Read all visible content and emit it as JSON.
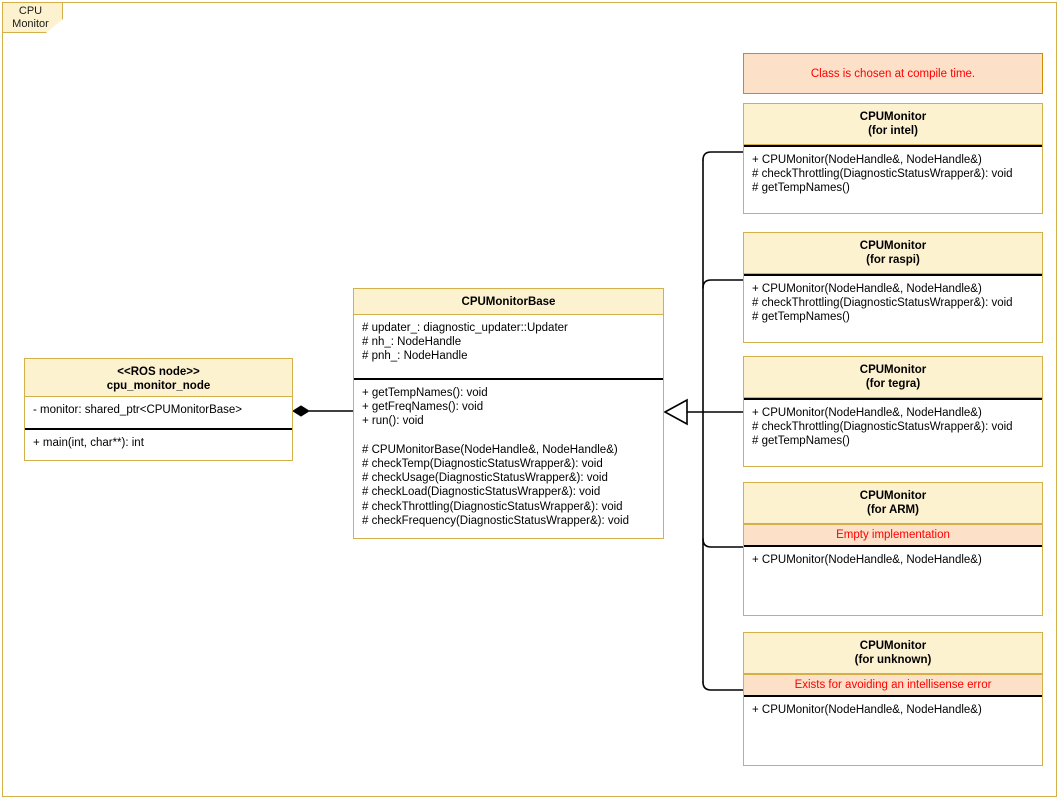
{
  "frame": {
    "tab_line1": "CPU",
    "tab_line2": "Monitor",
    "border_color": "#d4b04a"
  },
  "colors": {
    "header_fill": "#fdf2d0",
    "note_fill": "#fde0c8",
    "note_text": "#ff0000",
    "border": "#d4b04a",
    "note_border": "#d08c00",
    "line": "#000000"
  },
  "ros_node": {
    "stereotype": "<<ROS node>>",
    "name": "cpu_monitor_node",
    "attributes": "- monitor: shared_ptr<CPUMonitorBase>",
    "methods": "+ main(int, char**): int"
  },
  "base_class": {
    "name": "CPUMonitorBase",
    "attributes": "# updater_: diagnostic_updater::Updater\n# nh_: NodeHandle\n# pnh_: NodeHandle",
    "methods": "+ getTempNames(): void\n+ getFreqNames(): void\n+ run(): void\n\n# CPUMonitorBase(NodeHandle&, NodeHandle&)\n# checkTemp(DiagnosticStatusWrapper&): void\n# checkUsage(DiagnosticStatusWrapper&): void\n# checkLoad(DiagnosticStatusWrapper&): void\n# checkThrottling(DiagnosticStatusWrapper&): void\n# checkFrequency(DiagnosticStatusWrapper&): void"
  },
  "compile_note": {
    "text": "Class is chosen at compile time."
  },
  "subclasses": [
    {
      "name": "CPUMonitor",
      "variant": "(for intel)",
      "note": "",
      "methods": "+ CPUMonitor(NodeHandle&, NodeHandle&)\n# checkThrottling(DiagnosticStatusWrapper&): void\n# getTempNames()"
    },
    {
      "name": "CPUMonitor",
      "variant": "(for raspi)",
      "note": "",
      "methods": "+ CPUMonitor(NodeHandle&, NodeHandle&)\n# checkThrottling(DiagnosticStatusWrapper&): void\n# getTempNames()"
    },
    {
      "name": "CPUMonitor",
      "variant": "(for tegra)",
      "note": "",
      "methods": "+ CPUMonitor(NodeHandle&, NodeHandle&)\n# checkThrottling(DiagnosticStatusWrapper&): void\n# getTempNames()"
    },
    {
      "name": "CPUMonitor",
      "variant": "(for ARM)",
      "note": "Empty implementation",
      "methods": "+ CPUMonitor(NodeHandle&, NodeHandle&)"
    },
    {
      "name": "CPUMonitor",
      "variant": "(for unknown)",
      "note": "Exists for avoiding an intellisense error",
      "methods": "+ CPUMonitor(NodeHandle&, NodeHandle&)"
    }
  ],
  "relations": {
    "composition": "composition-diamond",
    "generalization": "generalization-triangle"
  }
}
